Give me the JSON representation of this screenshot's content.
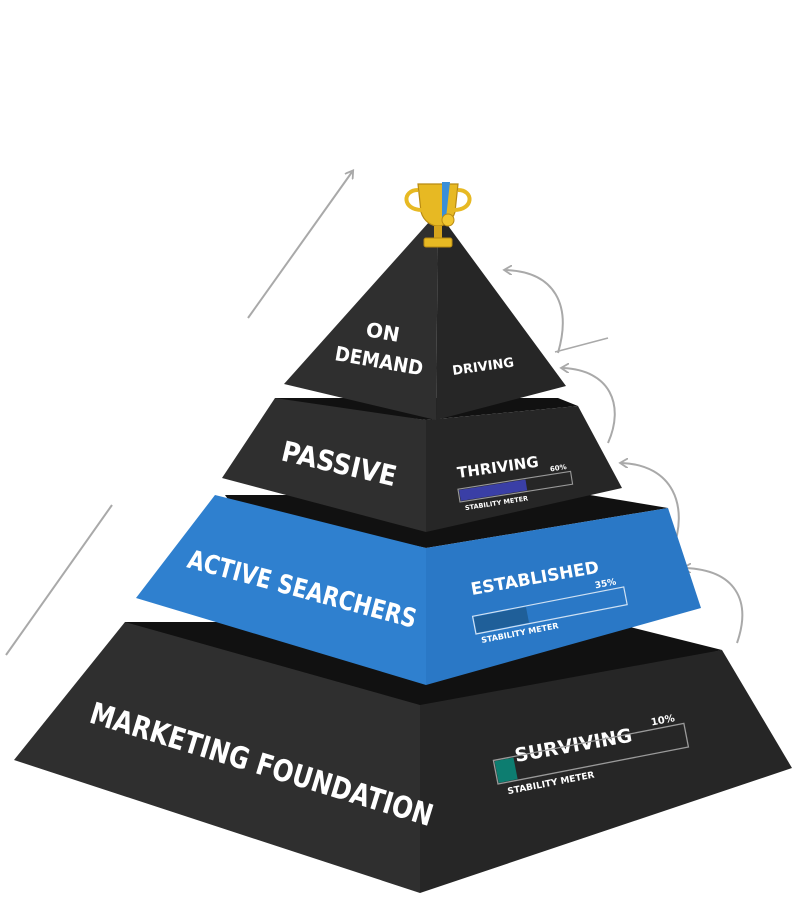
{
  "colors": {
    "dark_face": "#2f2f2f",
    "dark_side": "#262626",
    "dark_gap": "#111111",
    "blue_face": "#2f80cf",
    "blue_side": "#2a78c6",
    "arrow_gray": "#a9a9a9",
    "meter_border": "#9a9a9a",
    "fill_thriving": "#3a3fa6",
    "fill_established": "#1f5f99",
    "fill_surviving": "#0d7d70",
    "trophy_gold": "#e7b923",
    "ribbon_blue": "#3a8fd8"
  },
  "icons": {
    "trophy": "trophy-icon"
  },
  "levels": {
    "top": {
      "title_line1": "ON",
      "title_line2": "DEMAND",
      "status": "DRIVING"
    },
    "passive": {
      "title": "PASSIVE",
      "status": "THRIVING",
      "percent_label": "60%",
      "meter_label": "STABILITY METER",
      "fill": 0.6
    },
    "active": {
      "title": "ACTIVE SEARCHERS",
      "status": "ESTABLISHED",
      "percent_label": "35%",
      "meter_label": "STABILITY METER",
      "fill": 0.35
    },
    "foundation": {
      "title": "MARKETING FOUNDATION",
      "status": "SURVIVING",
      "percent_label": "10%",
      "meter_label": "STABILITY METER",
      "fill": 0.1
    }
  }
}
